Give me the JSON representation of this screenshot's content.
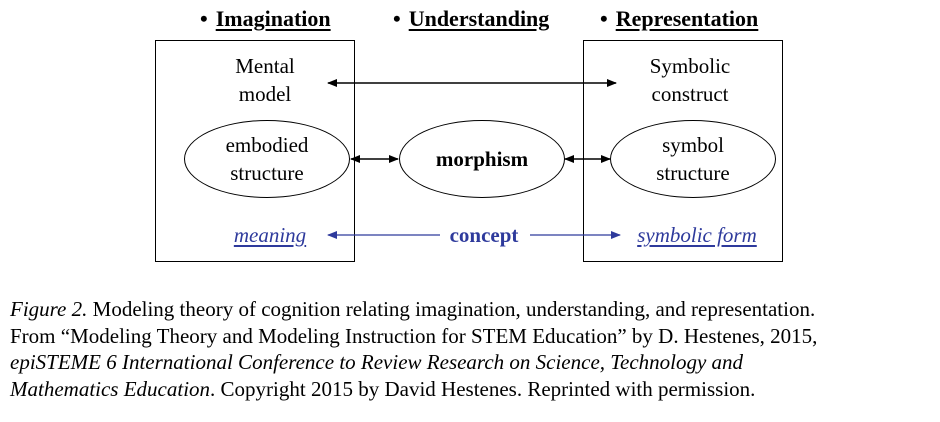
{
  "headers": {
    "bullet": "•",
    "imagination": "Imagination",
    "understanding": "Understanding",
    "representation": "Representation"
  },
  "left_box": {
    "top_label_line1": "Mental",
    "top_label_line2": "model",
    "ellipse_line1": "embodied",
    "ellipse_line2": "structure",
    "bottom_label": "meaning"
  },
  "center": {
    "ellipse_label": "morphism",
    "bottom_label": "concept"
  },
  "right_box": {
    "top_label_line1": "Symbolic",
    "top_label_line2": "construct",
    "ellipse_line1": "symbol",
    "ellipse_line2": "structure",
    "bottom_label": "symbolic form"
  },
  "caption": {
    "figure_label": "Figure 2.",
    "line1_rest": " Modeling theory of cognition relating imagination, understanding, and representation.",
    "line2": "From “Modeling Theory and Modeling Instruction for STEM Education” by D. Hestenes, 2015,",
    "line3_italic": "epiSTEME 6 International Conference to Review Research on Science, Technology and",
    "line4_italic": "Mathematics Education",
    "line4_rest": ". Copyright 2015 by David Hestenes. Reprinted with permission."
  },
  "colors": {
    "accent_blue": "#2e3a9c",
    "ink": "#000000"
  }
}
